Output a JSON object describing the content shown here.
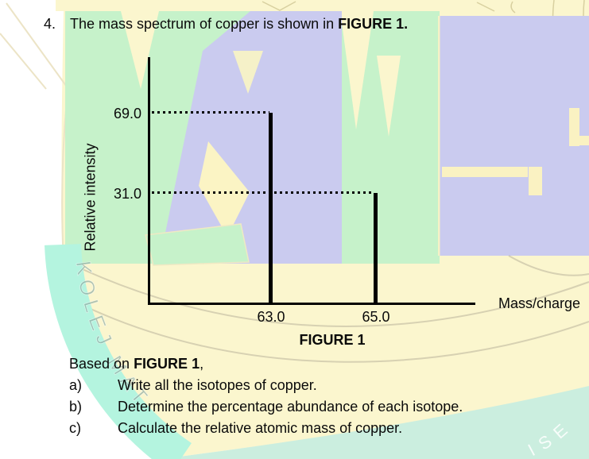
{
  "question": {
    "number": "4.",
    "intro_prefix": "The mass spectrum of copper is shown in ",
    "intro_bold": "FIGURE 1.",
    "based_prefix": "Based on ",
    "based_bold": "FIGURE 1",
    "based_suffix": ",",
    "parts": [
      {
        "label": "a)",
        "text": "Write all the isotopes of copper."
      },
      {
        "label": "b)",
        "text": "Determine the percentage abundance of each isotope."
      },
      {
        "label": "c)",
        "text": "Calculate the relative atomic mass of copper."
      }
    ]
  },
  "figure": {
    "caption": "FIGURE 1",
    "y_axis_label": "Relative intensity",
    "x_axis_label": "Mass/charge",
    "y_ticks": [
      "69.0",
      "31.0"
    ],
    "x_ticks": [
      "63.0",
      "65.0"
    ]
  },
  "chart_data": {
    "type": "bar",
    "title": "FIGURE 1",
    "xlabel": "Mass/charge",
    "ylabel": "Relative intensity",
    "x": [
      63.0,
      65.0
    ],
    "values": [
      69.0,
      31.0
    ],
    "series_note": "two discrete mass-spectrum peaks drawn as thin vertical lines",
    "annotations": [
      "dotted guide line from y-axis value 69.0 to peak at m/z 63.0",
      "dotted guide line from y-axis value 31.0 to peak at m/z 65.0"
    ],
    "bar_color": "#000000",
    "grid": false,
    "legend": false
  },
  "watermark": {
    "ring_text": "KOLEJ MAT",
    "corner_text": "ISE",
    "colors": {
      "green": "#c6f2ca",
      "periwinkle": "#cacbef",
      "pale_yellow": "#fbf6ce",
      "teal": "#cbeedf",
      "ring_cyan": "#b4f4df"
    }
  }
}
